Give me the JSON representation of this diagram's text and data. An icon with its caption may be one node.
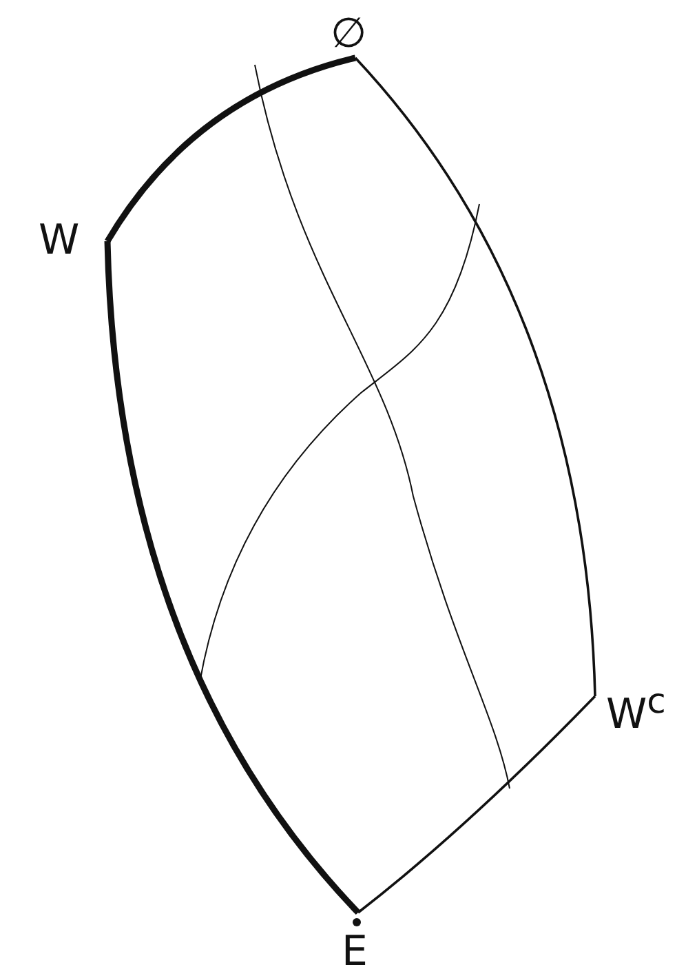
{
  "diagram": {
    "nodes": [
      {
        "text": [
          "∅"
        ]
      },
      {
        "text": [
          "W"
        ]
      },
      {
        "text": [
          "W$^{c}$"
        ]
      },
      {
        "text": [
          "E"
        ]
      }
    ],
    "edges": [
      {
        "from": 0,
        "to": 1,
        "arrow": "none",
        "style": "thick"
      },
      {
        "from": 1,
        "to": 3,
        "arrow": "none",
        "style": "thick"
      },
      {
        "from": 0,
        "to": 2,
        "arrow": "none"
      },
      {
        "from": 2,
        "to": 3,
        "arrow": "none"
      }
    ]
  }
}
